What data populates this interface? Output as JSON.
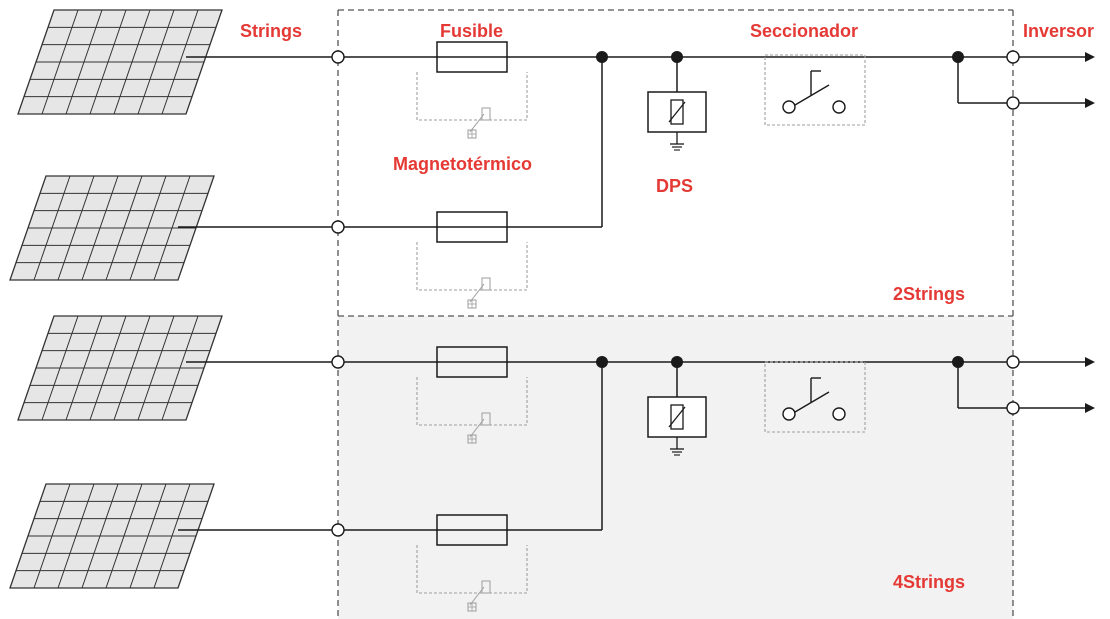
{
  "labels": {
    "strings": "Strings",
    "fusible": "Fusible",
    "seccionador": "Seccionador",
    "inversor": "Inversor",
    "magnetotermico": "Magnetotérmico",
    "dps": "DPS",
    "group_2": "2Strings",
    "group_4": "4Strings"
  },
  "colors": {
    "label": "#e53935",
    "line": "#1a1a1a",
    "dashed_box": "#555555",
    "grey_component": "#9e9e9e",
    "lower_fill": "#f2f2f2",
    "panel_fill": "#e6e6e6",
    "panel_stroke": "#333333"
  },
  "icons": [
    "solar-panel-icon",
    "fuse-icon",
    "breaker-icon",
    "surge-protector-icon",
    "disconnector-switch-icon",
    "ground-icon",
    "arrow-right-icon"
  ]
}
